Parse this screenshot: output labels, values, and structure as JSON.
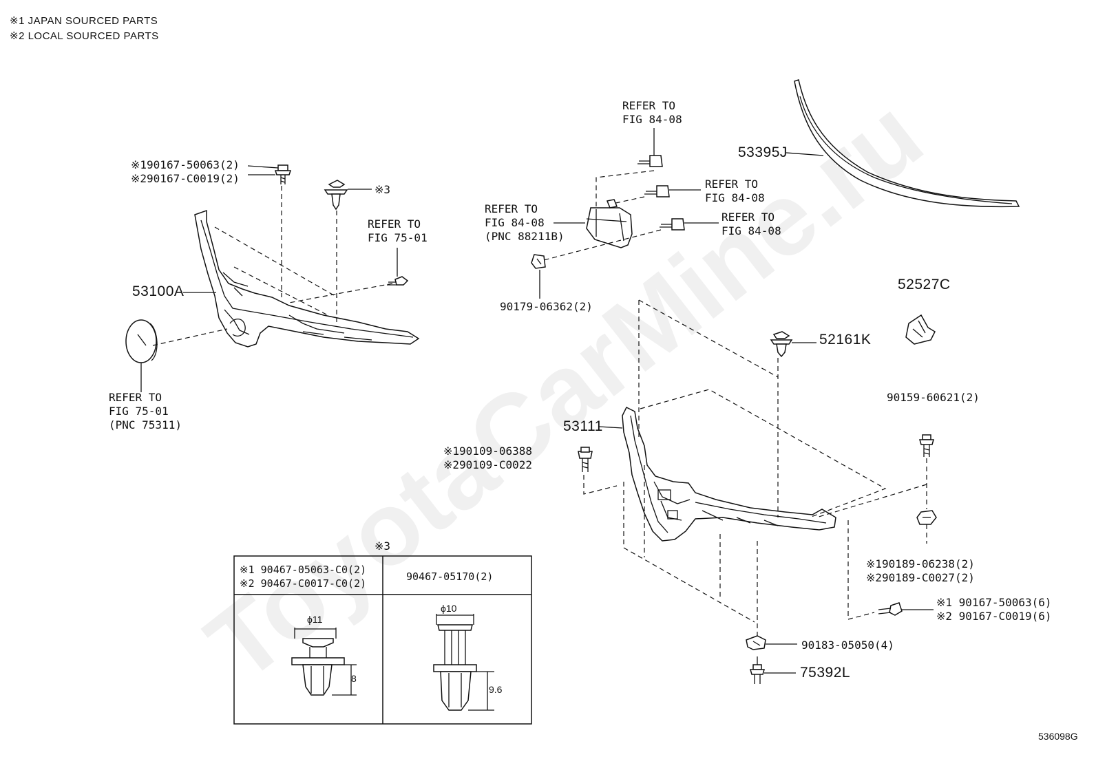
{
  "notes": [
    "※1 JAPAN SOURCED PARTS",
    "※2 LOCAL SOURCED PARTS"
  ],
  "figure_id": "536098G",
  "watermark": "ToyotaCarMine.ru",
  "labels": {
    "bolt_top_left": "※190167-50063(2)\n※290167-C0019(2)",
    "clip_top_ref": "※3",
    "refer_75_01_upper": "REFER TO\nFIG 75-01",
    "grille": "53100A",
    "emblem_ref": "REFER TO\nFIG 75-01\n(PNC 75311)",
    "refer_84_08_top": "REFER TO\nFIG 84-08",
    "refer_84_08_right1": "REFER TO\nFIG 84-08",
    "refer_84_08_right2": "REFER TO\nFIG 84-08",
    "sensor_ref": "REFER TO\nFIG 84-08\n(PNC 88211B)",
    "nut_90179": "90179-06362(2)",
    "molding": "53395J",
    "part_52527C": "52527C",
    "clip_52161K": "52161K",
    "retainer": "53111",
    "bolt_90109": "※190109-06388\n※290109-C0022",
    "bolt_90159": "90159-60621(2)",
    "nut_90189": "※190189-06238(2)\n※290189-C0027(2)",
    "bolt_90167_6": "※1 90167-50063(6)\n※2 90167-C0019(6)",
    "nut_90183": "90183-05050(4)",
    "bolt_75392L": "75392L"
  },
  "clip_table": {
    "title": "※3",
    "col1_header": "※1 90467-05063-C0(2)\n※2 90467-C0017-C0(2)",
    "col2_header": "90467-05170(2)",
    "col1_dims": {
      "diameter": "ϕ11",
      "length": "8"
    },
    "col2_dims": {
      "diameter": "ϕ10",
      "length": "9.6"
    }
  }
}
